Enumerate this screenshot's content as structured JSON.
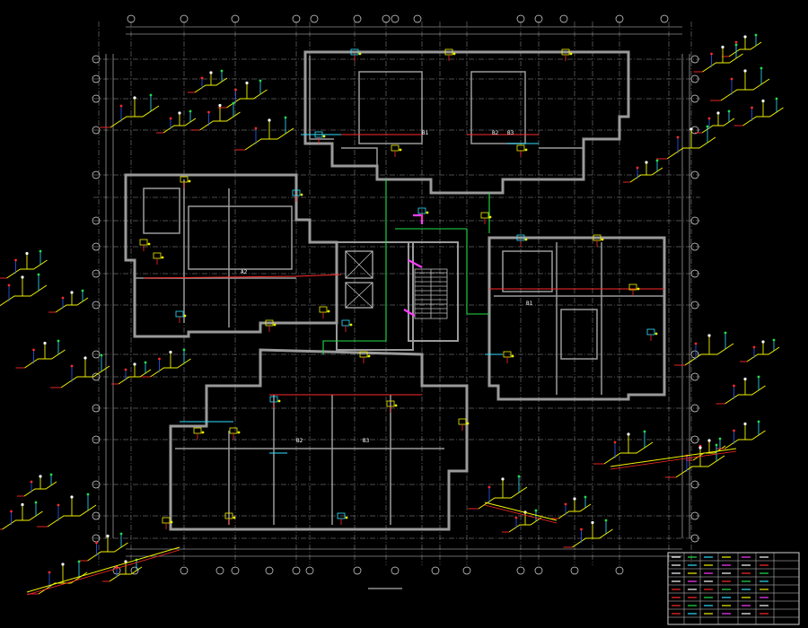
{
  "drawing": {
    "caption": "",
    "legend_title": "",
    "room_tags": [
      "B1",
      "B2",
      "A2",
      "B1",
      "B2",
      "B3",
      "B3"
    ]
  },
  "colors": {
    "background": "#000000",
    "wall": "#9a9a9a",
    "grid": "#d8d8d8",
    "pipe_red": "#ff2a2a",
    "pipe_green": "#22e04a",
    "pipe_cyan": "#30e0ff",
    "pipe_yellow": "#f2f200",
    "pipe_magenta": "#ff3cff",
    "pipe_blue": "#2a60ff"
  }
}
